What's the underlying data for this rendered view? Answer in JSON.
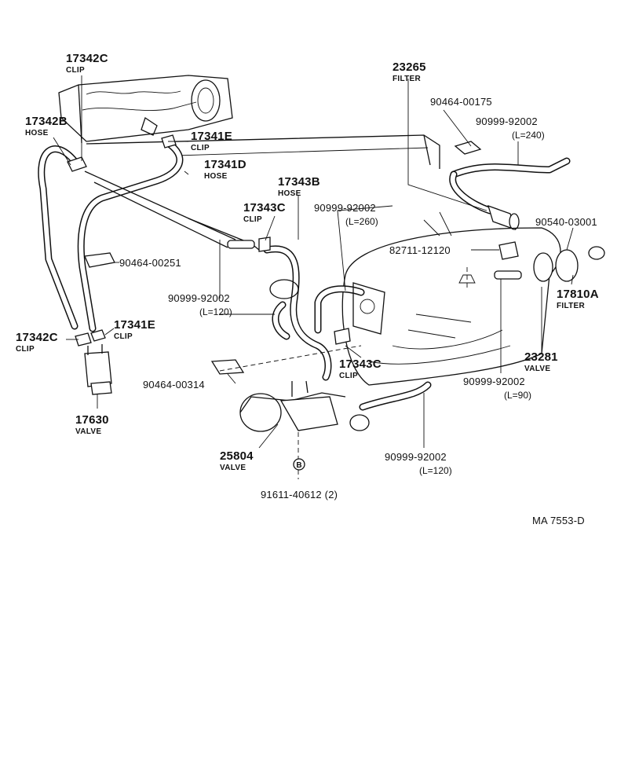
{
  "diagram": {
    "code": "MA 7553-D",
    "callouts": [
      {
        "part_no": "17342C",
        "name": "CLIP"
      },
      {
        "part_no": "17342B",
        "name": "HOSE"
      },
      {
        "part_no": "17341E",
        "name": "CLIP"
      },
      {
        "part_no": "17341D",
        "name": "HOSE"
      },
      {
        "part_no": "90464-00251",
        "name": ""
      },
      {
        "part_no": "17342C",
        "name": "CLIP"
      },
      {
        "part_no": "17341E",
        "name": "CLIP"
      },
      {
        "part_no": "17630",
        "name": "VALVE"
      },
      {
        "part_no": "23265",
        "name": "FILTER"
      },
      {
        "part_no": "90464-00175",
        "name": ""
      },
      {
        "part_no": "90999-92002",
        "name": "",
        "length": "(L=240)"
      },
      {
        "part_no": "17343B",
        "name": "HOSE"
      },
      {
        "part_no": "17343C",
        "name": "CLIP"
      },
      {
        "part_no": "90999-92002",
        "name": "",
        "length": "(L=260)"
      },
      {
        "part_no": "90540-03001",
        "name": ""
      },
      {
        "part_no": "82711-12120",
        "name": ""
      },
      {
        "part_no": "17810A",
        "name": "FILTER"
      },
      {
        "part_no": "90999-92002",
        "name": "",
        "length": "(L=120)"
      },
      {
        "part_no": "17343C",
        "name": "CLIP"
      },
      {
        "part_no": "23281",
        "name": "VALVE"
      },
      {
        "part_no": "90999-92002",
        "name": "",
        "length": "(L=90)"
      },
      {
        "part_no": "90464-00314",
        "name": ""
      },
      {
        "part_no": "25804",
        "name": "VALVE"
      },
      {
        "part_no": "90999-92002",
        "name": "",
        "length": "(L=120)"
      },
      {
        "part_no": "91611-40612 (2)",
        "name": ""
      }
    ]
  }
}
